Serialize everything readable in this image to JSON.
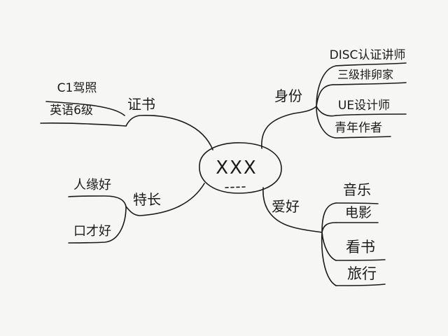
{
  "center": {
    "label": "XXX"
  },
  "branches": {
    "certificates": {
      "label": "证书",
      "items": [
        "C1驾照",
        "英语6级"
      ]
    },
    "identity": {
      "label": "身份",
      "items": [
        "DISC认证讲师",
        "三级排卵家",
        "UE设计师",
        "青年作者"
      ]
    },
    "hobbies": {
      "label": "爱好",
      "items": [
        "音乐",
        "电影",
        "看书",
        "旅行"
      ]
    },
    "strengths": {
      "label": "特长",
      "items": [
        "人缘好",
        "口才好"
      ]
    }
  },
  "colors": {
    "ink": "#1b1b1b",
    "paper": "#f6f6f4"
  }
}
